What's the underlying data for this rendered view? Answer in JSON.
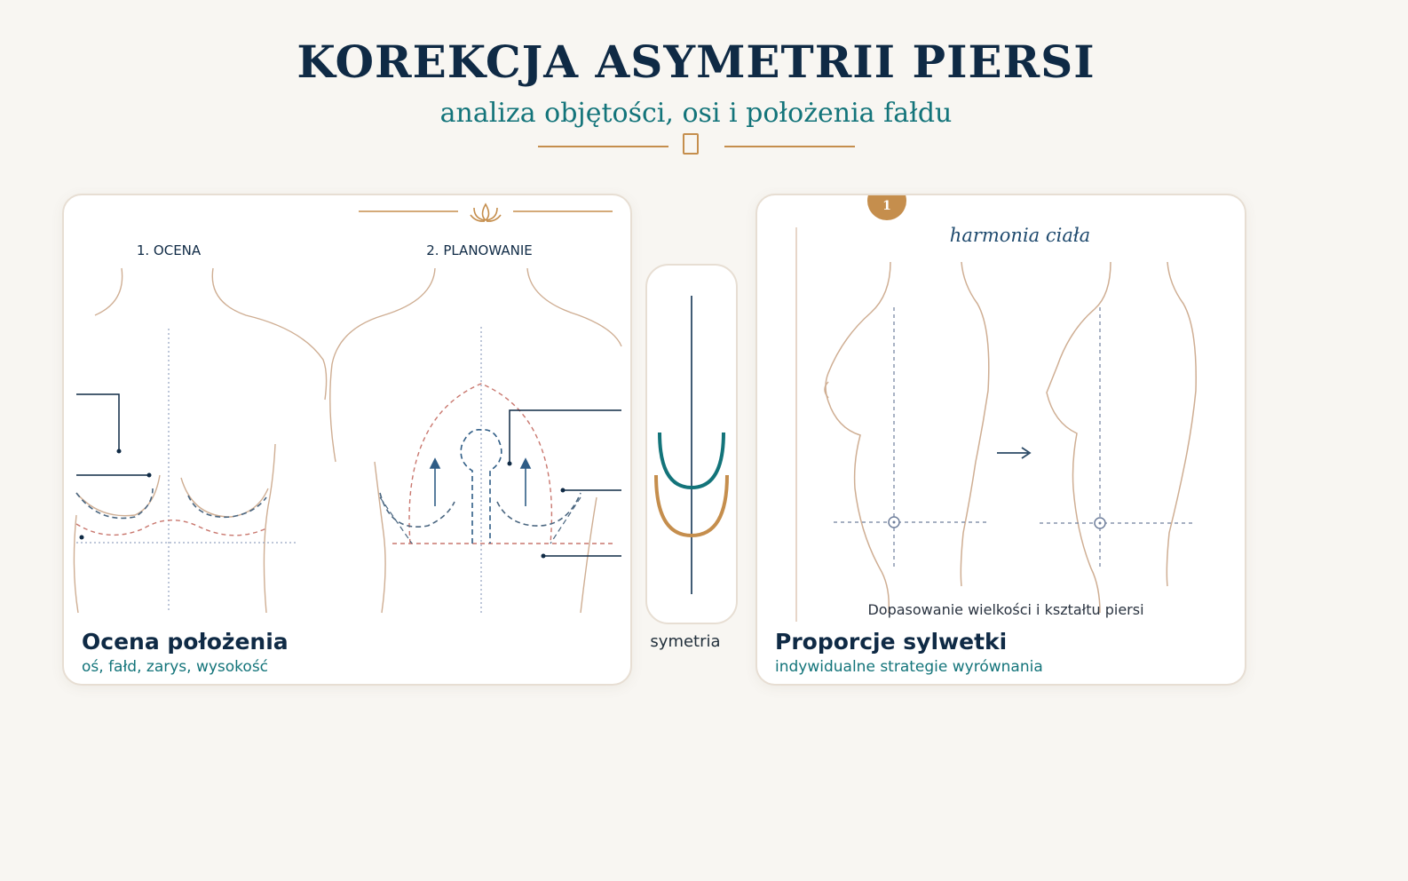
{
  "header": {
    "title": "KOREKCJA ASYMETRII PIERSI",
    "subtitle": "analiza objętości, osi i położenia fałdu"
  },
  "left_panel": {
    "step1_label": "1. OCENA",
    "step2_label": "2. PLANOWANIE",
    "caption_title": "Ocena położenia",
    "caption_subtitle": "oś, fałd, zarys, wysokość"
  },
  "symmetry": {
    "label": "symetria"
  },
  "right_panel": {
    "badge_number": "1",
    "subtitle": "harmonia ciała",
    "image_caption": "Dopasowanie wielkości i kształtu piersi",
    "caption_title": "Proporcje sylwetki",
    "caption_subtitle": "indywidualne strategie wyrównania"
  },
  "colors": {
    "navy": "#0f2a45",
    "teal": "#13747a",
    "gold": "#c58e4d",
    "rose": "#c9776e",
    "skin_line": "#cfae93"
  },
  "icons": [
    "lotus-icon",
    "ornament-icon",
    "arrow-right-icon",
    "arrow-up-icon"
  ]
}
